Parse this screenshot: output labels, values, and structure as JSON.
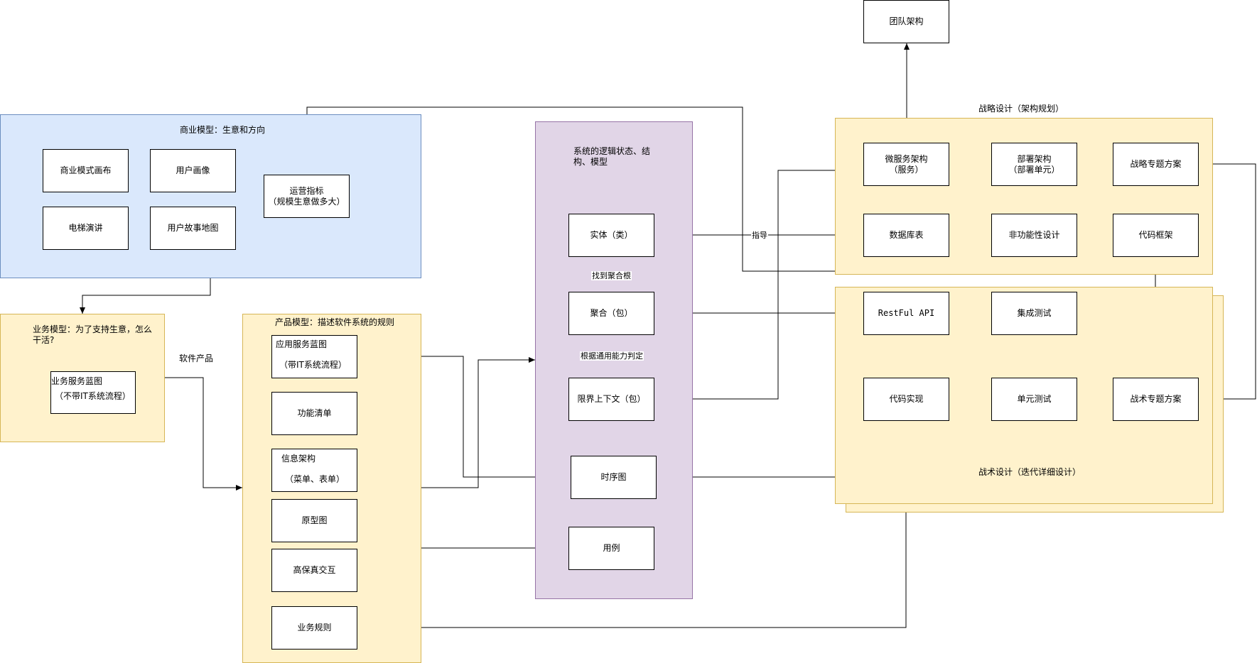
{
  "containers": {
    "business_model": {
      "title": "商业模型：生意和方向"
    },
    "operations_model": {
      "title": "业务模型：为了支持生意，怎么干活?"
    },
    "product_model": {
      "title": "产品模型：描述软件系统的规则"
    },
    "system_model": {
      "title": "系统的逻辑状态、结构、模型"
    },
    "strategic_design": {
      "title": "战略设计（架构规划）"
    },
    "tactical_design": {
      "title": "战术设计（迭代详细设计）"
    }
  },
  "nodes": {
    "business_canvas": "商业模式画布",
    "user_persona": "用户画像",
    "elevator_pitch": "电梯演讲",
    "user_story_map": "用户故事地图",
    "ops_metrics": [
      "运营指标",
      "（规模生意做多大）"
    ],
    "service_blueprint": [
      "业务服务蓝图",
      "（不带IT系统流程）"
    ],
    "app_blueprint": [
      "应用服务蓝图",
      "（带IT系统流程）"
    ],
    "feature_list": "功能清单",
    "info_arch": [
      "信息架构",
      "（菜单、表单）"
    ],
    "prototype": "原型图",
    "hifi_interaction": "高保真交互",
    "business_rules": "业务规则",
    "entity": "实体（类）",
    "aggregate": "聚合（包）",
    "bounded_context": "限界上下文（包）",
    "sequence_diagram": "时序图",
    "use_case": "用例",
    "team_structure": "团队架构",
    "microservice_arch": [
      "微服务架构",
      "（服务）"
    ],
    "deploy_arch": [
      "部署架构",
      "（部署单元）"
    ],
    "strategic_plan": "战略专题方案",
    "db_table": "数据库表",
    "nonfunctional": "非功能性设计",
    "code_framework": "代码框架",
    "restful_api": "RestFul API",
    "integration_test": "集成测试",
    "code_impl": "代码实现",
    "unit_test": "单元测试",
    "tactical_plan": "战术专题方案"
  },
  "edge_labels": {
    "software_product": "软件产品",
    "guide": "指导",
    "find_aggregate_root": "找到聚合根",
    "by_capability": "根据通用能力判定"
  },
  "colors": {
    "blue_fill": "#dae8fc",
    "blue_stroke": "#6c8ebf",
    "yellow_fill": "#fff2cc",
    "yellow_stroke": "#d6b656",
    "purple_fill": "#e1d5e7",
    "purple_stroke": "#9673a6"
  }
}
